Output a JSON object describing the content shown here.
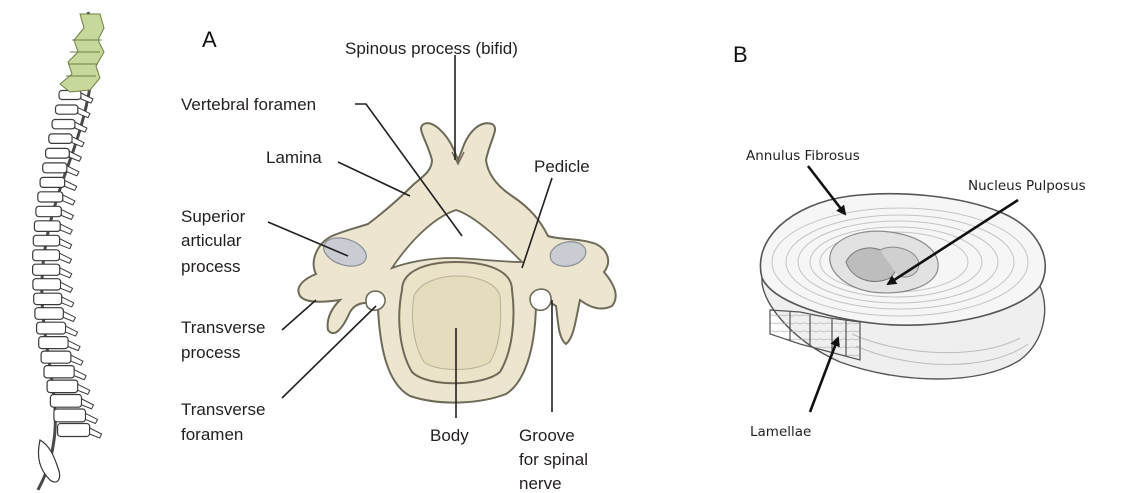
{
  "panels": {
    "a": "A",
    "b": "B"
  },
  "vertebra_labels": {
    "spinous_process": "Spinous process (bifid)",
    "vertebral_foramen": "Vertebral foramen",
    "lamina": "Lamina",
    "pedicle": "Pedicle",
    "superior_articular_process": [
      "Superior",
      "articular",
      "process"
    ],
    "transverse_process": [
      "Transverse",
      "process"
    ],
    "transverse_foramen": [
      "Transverse",
      "foramen"
    ],
    "body": "Body",
    "groove_for_spinal_nerve": [
      "Groove",
      "for spinal",
      "nerve"
    ]
  },
  "disc_labels": {
    "annulus_fibrosus": "Annulus Fibrosus",
    "nucleus_pulposus": "Nucleus Pulposus",
    "lamellae": "Lamellae"
  },
  "colors": {
    "bone": "#ece6d0",
    "bone_outline": "#6f6a58",
    "cervical_highlight": "#c6d99a",
    "articular_facet": "#c9ccd2"
  }
}
